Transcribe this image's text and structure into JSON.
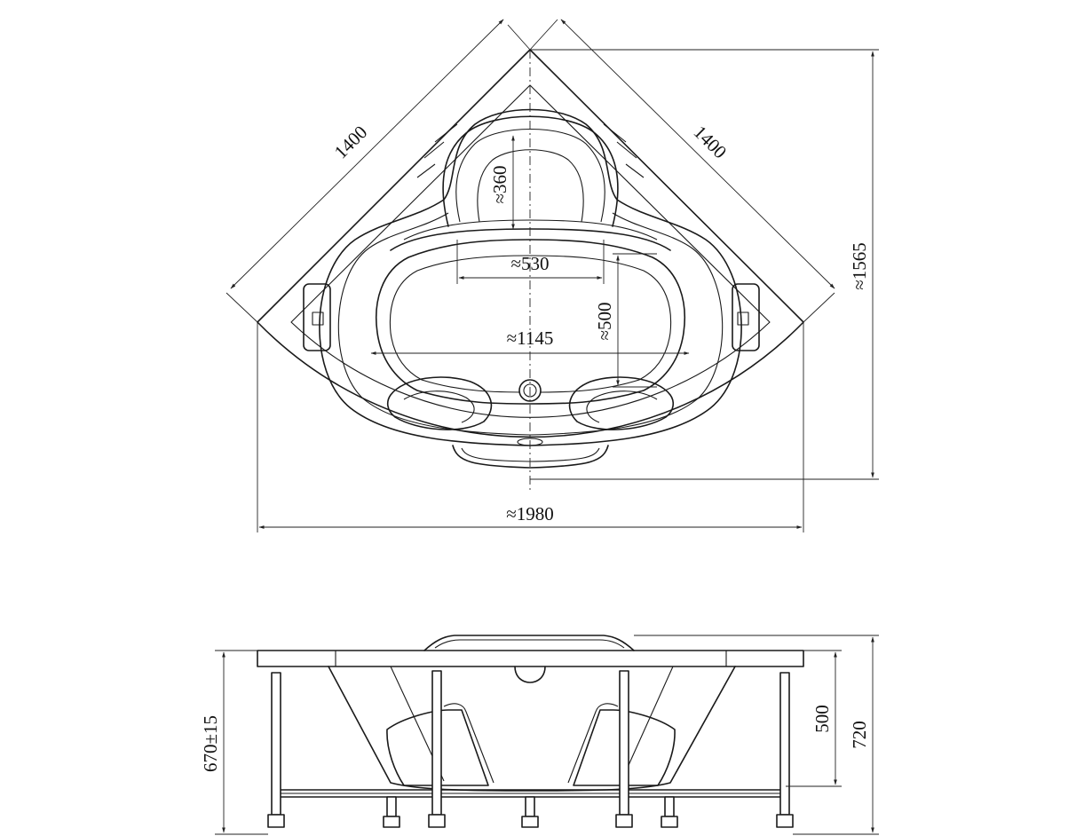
{
  "top_view": {
    "side_left": "1400",
    "side_right": "1400",
    "depth": "≈1565",
    "width": "≈1980",
    "inner_length": "≈1145",
    "inner_width": "≈530",
    "headrest": "≈360",
    "seat": "≈500"
  },
  "side_view": {
    "leg_height": "670±15",
    "bowl_depth": "500",
    "total_height": "720"
  }
}
